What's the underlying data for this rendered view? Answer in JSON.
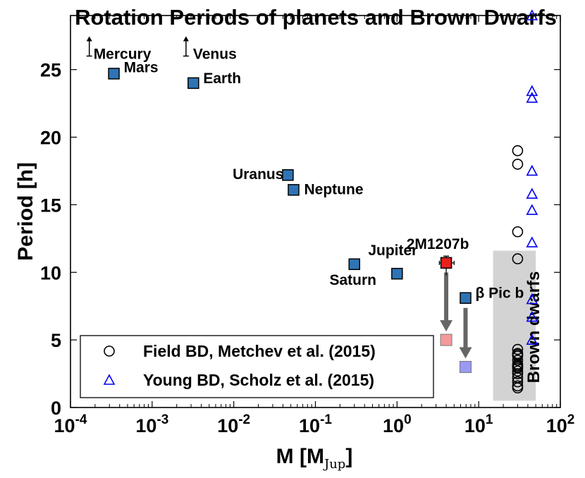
{
  "chart_data": {
    "type": "scatter",
    "title": "Rotation Periods of planets and Brown Dwarfs",
    "xlabel": "M [M",
    "xlabel_sub": "Jup",
    "xlabel_close": "]",
    "ylabel": "Period [h]",
    "xscale": "log",
    "xlim": [
      0.0001,
      100
    ],
    "ylim": [
      0,
      29
    ],
    "x_ticks": [
      {
        "value": 0.0001,
        "base": "10",
        "exp": "-4"
      },
      {
        "value": 0.001,
        "base": "10",
        "exp": "-3"
      },
      {
        "value": 0.01,
        "base": "10",
        "exp": "-2"
      },
      {
        "value": 0.1,
        "base": "10",
        "exp": "-1"
      },
      {
        "value": 1,
        "base": "10",
        "exp": "0"
      },
      {
        "value": 10,
        "base": "10",
        "exp": "1"
      },
      {
        "value": 100,
        "base": "10",
        "exp": "2"
      }
    ],
    "y_ticks": [
      "0",
      "5",
      "10",
      "15",
      "20",
      "25"
    ],
    "grid": false,
    "legend_position": "lower-left",
    "colors": {
      "planet_fill": "#2e74b5",
      "highlight_fill": "#e8201c",
      "red_faded": "#f59a9a",
      "blue_faded": "#9a9af2",
      "arrow": "#666666",
      "field_bd": "#000000",
      "young_bd": "#0000ee",
      "bd_region": "#d3d3d3"
    },
    "planets": [
      {
        "label": "Mars",
        "x": 0.00034,
        "y": 24.7
      },
      {
        "label": "Earth",
        "x": 0.0032,
        "y": 24.0
      },
      {
        "label": "Uranus",
        "x": 0.046,
        "y": 17.2
      },
      {
        "label": "Neptune",
        "x": 0.054,
        "y": 16.1
      },
      {
        "label": "Saturn",
        "x": 0.3,
        "y": 10.6
      },
      {
        "label": "Jupiter",
        "x": 1.0,
        "y": 9.9
      },
      {
        "label": "β Pic b",
        "x": 6.9,
        "y": 8.1
      }
    ],
    "lower_limits": [
      {
        "label": "Mercury",
        "x": 0.00017,
        "y": 26.0
      },
      {
        "label": "Venus",
        "x": 0.0026,
        "y": 26.0
      }
    ],
    "highlight": {
      "label": "2M1207b",
      "x": 4.0,
      "y": 10.7,
      "yerr": 0.5,
      "xerr_low": 0.7,
      "xerr_high": 1.0
    },
    "projections": [
      {
        "from": "2M1207b",
        "x": 4.0,
        "y": 5.0,
        "color": "red_faded"
      },
      {
        "from": "β Pic b",
        "x": 6.9,
        "y": 3.0,
        "color": "blue_faded"
      }
    ],
    "brown_dwarf_region": {
      "label": "Brown dwarfs",
      "xmin": 15,
      "xmax": 50,
      "ymin": 0.5,
      "ymax": 11.6
    },
    "series": [
      {
        "name": "Field BD, Metchev et al. (2015)",
        "marker": "circle",
        "x": [
          30,
          30,
          30,
          30,
          30,
          30,
          30,
          30,
          30,
          30,
          30,
          30,
          30,
          30,
          30,
          30,
          30,
          30,
          30
        ],
        "y": [
          19.0,
          18.0,
          13.0,
          11.0,
          4.3,
          4.0,
          3.8,
          3.5,
          3.2,
          3.0,
          2.9,
          2.5,
          2.2,
          1.6,
          1.45,
          3.9,
          3.1,
          2.7,
          1.9
        ]
      },
      {
        "name": "Young BD, Scholz et al. (2015)",
        "marker": "triangle",
        "x": [
          45,
          45,
          45,
          45,
          45,
          45,
          45,
          45,
          45,
          45
        ],
        "y": [
          29.0,
          23.4,
          22.9,
          17.5,
          15.8,
          14.6,
          12.2,
          8.0,
          6.7,
          5.0
        ]
      }
    ]
  }
}
